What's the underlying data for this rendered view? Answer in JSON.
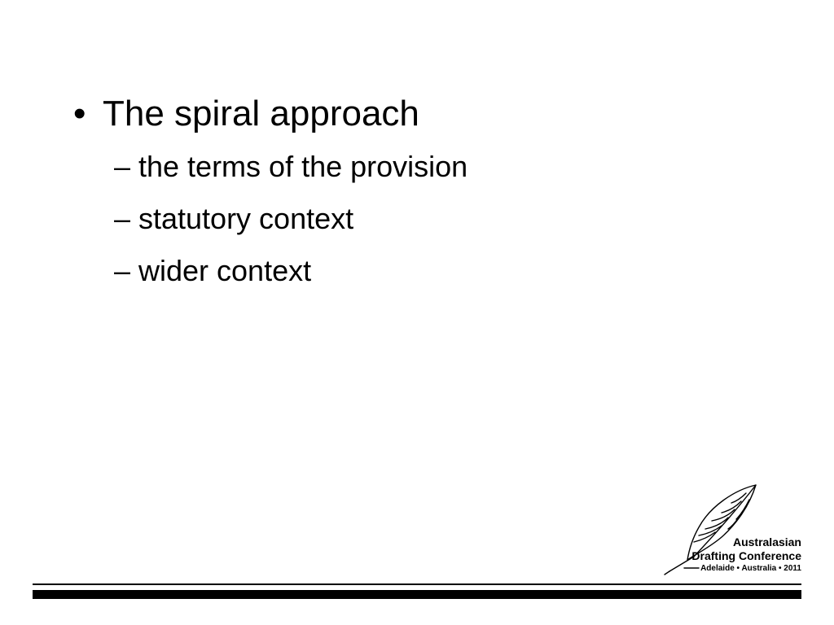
{
  "slide": {
    "bullet_symbol": "•",
    "main_point": "The spiral approach",
    "sub_symbol": "–",
    "sub_points": [
      "the terms of the provision",
      "statutory context",
      "wider context"
    ]
  },
  "logo": {
    "icon": "quill-feather-icon",
    "line1": "Australasian",
    "line2": "Drafting Conference",
    "line3": "Adelaide • Australia • 2011"
  },
  "colors": {
    "background": "#ffffff",
    "text": "#000000",
    "rules": "#000000"
  }
}
